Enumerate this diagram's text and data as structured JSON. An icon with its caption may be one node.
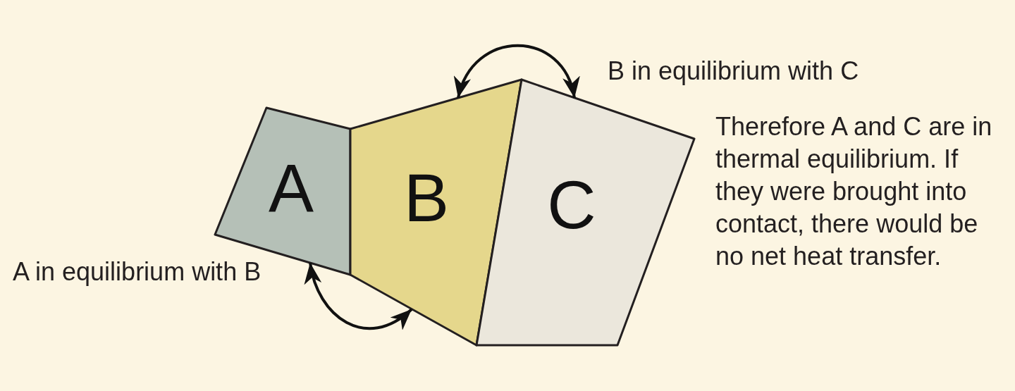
{
  "diagram": {
    "nodes": [
      {
        "text": [
          "A"
        ]
      },
      {
        "text": [
          "B"
        ]
      },
      {
        "text": [
          "C"
        ]
      }
    ],
    "edges": [
      {
        "from": 0,
        "to": 1,
        "arrow": "both"
      },
      {
        "from": 1,
        "to": 2,
        "arrow": "both"
      }
    ],
    "labels": [
      "B in equilibrium with C",
      "Therefore A and C are in thermal equilibrium. If they were brought into contact, there would be no net heat transfer.",
      "A in equilibrium with B"
    ]
  }
}
